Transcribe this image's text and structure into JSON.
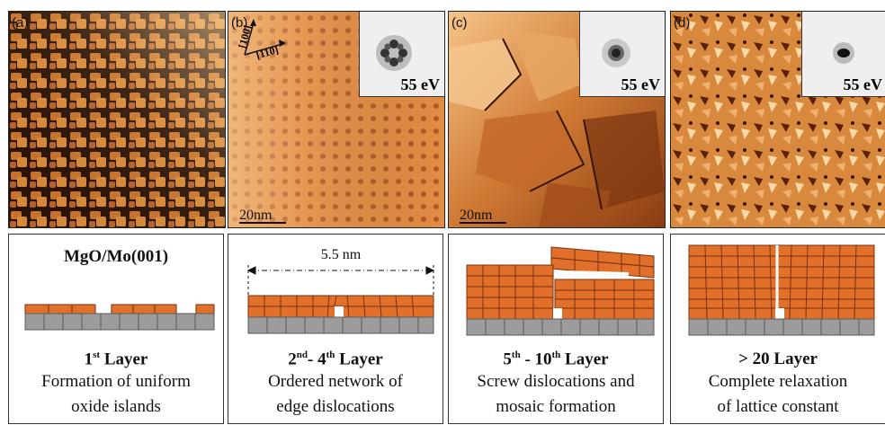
{
  "colors": {
    "oxide": "#e0702a",
    "oxide_edge": "#7a3010",
    "substrate": "#9c9c9c",
    "substrate_edge": "#5a5a5a",
    "stm_dark": "#2a1205",
    "stm_mid": "#c8742c",
    "stm_light": "#fbd9a6"
  },
  "panels": [
    {
      "label": "(a)",
      "inset_energy": "",
      "scale": ""
    },
    {
      "label": "(b)",
      "inset_energy": "55 eV",
      "scale": "20nm",
      "dir1": "[100]",
      "dir2": "[110]"
    },
    {
      "label": "(c)",
      "inset_energy": "55 eV",
      "scale": "20nm"
    },
    {
      "label": "(d)",
      "inset_energy": "55 eV",
      "scale": ""
    }
  ],
  "diagrams": [
    {
      "title": "MgO/Mo(001)",
      "head_num": "1",
      "head_sup": "st",
      "head_rest": " Layer",
      "line1": "Formation of uniform",
      "line2": "oxide islands"
    },
    {
      "dimension": "5.5 nm",
      "head_num": "2",
      "head_sup": "nd",
      "head_rest": "- 4",
      "head_sup2": "th",
      "head_rest2": " Layer",
      "line1": "Ordered network of",
      "line2": "edge dislocations"
    },
    {
      "head_num": "5",
      "head_sup": "th",
      "head_rest": " - 10",
      "head_sup2": "th",
      "head_rest2": " Layer",
      "line1": "Screw dislocations and",
      "line2": "mosaic formation"
    },
    {
      "head_num": "> 20",
      "head_sup": "",
      "head_rest": " Layer",
      "line1": "Complete relaxation",
      "line2": "of lattice constant"
    }
  ]
}
